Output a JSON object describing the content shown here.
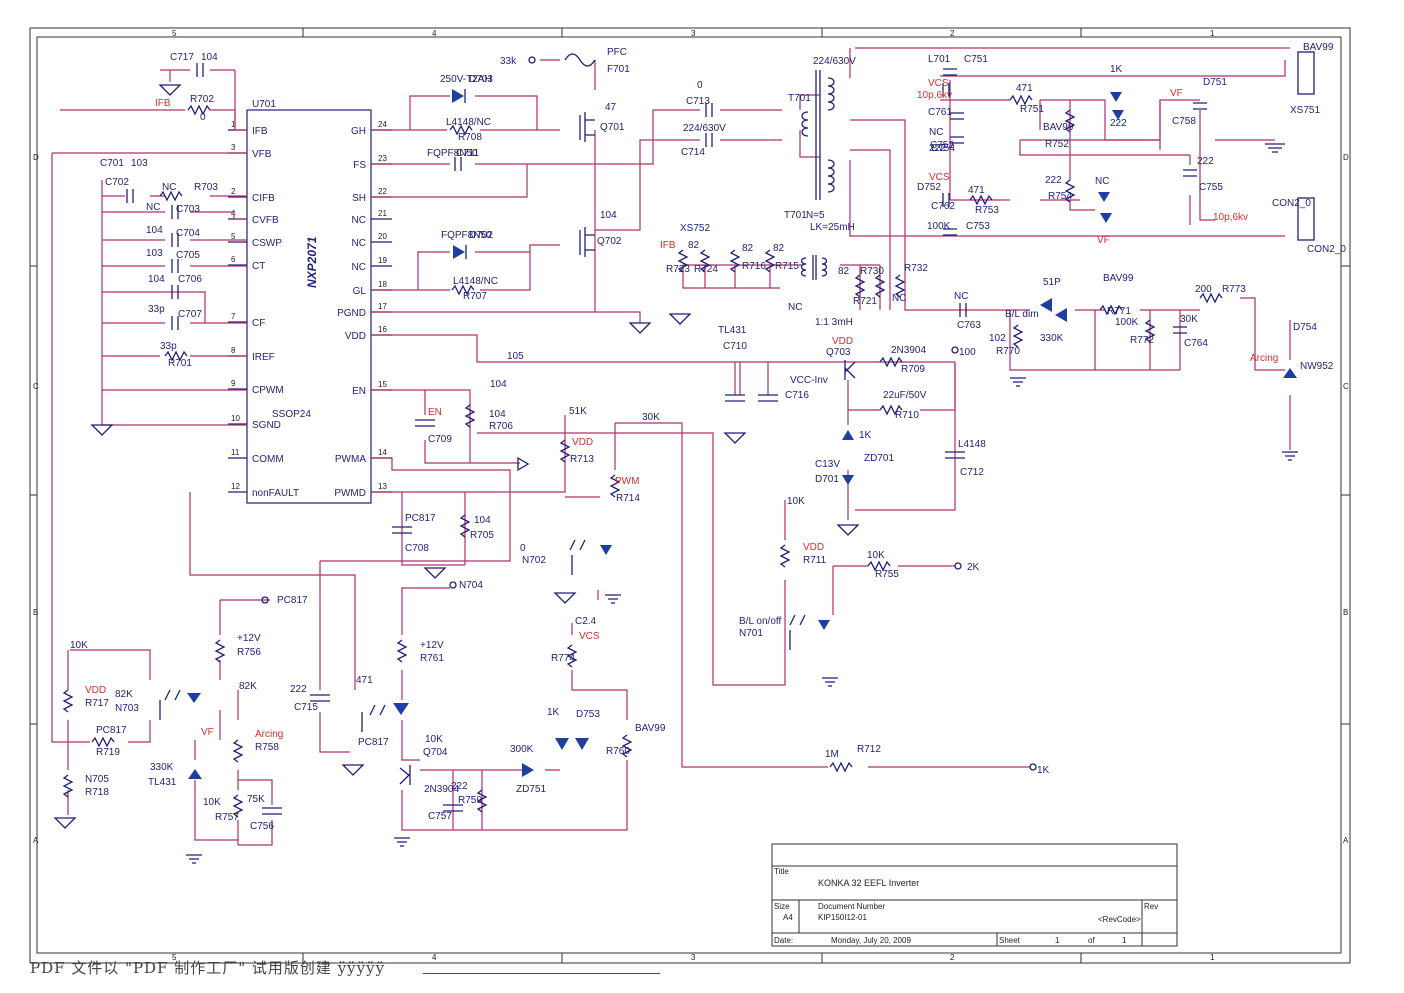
{
  "zone_cols": [
    "5",
    "4",
    "3",
    "2",
    "1"
  ],
  "zone_rows": [
    "D",
    "C",
    "B",
    "A"
  ],
  "ic": {
    "ref": "U701",
    "part": "NXP2071",
    "package": "SSOP24",
    "left_pins": [
      {
        "num": "1",
        "name": "IFB"
      },
      {
        "num": "3",
        "name": "VFB"
      },
      {
        "num": "2",
        "name": "CIFB"
      },
      {
        "num": "4",
        "name": "CVFB"
      },
      {
        "num": "5",
        "name": "CSWP"
      },
      {
        "num": "6",
        "name": "CT"
      },
      {
        "num": "7",
        "name": "CF"
      },
      {
        "num": "8",
        "name": "IREF"
      },
      {
        "num": "9",
        "name": "CPWM"
      },
      {
        "num": "10",
        "name": "SGND"
      },
      {
        "num": "11",
        "name": "COMM"
      },
      {
        "num": "12",
        "name": "nonFAULT"
      }
    ],
    "right_pins": [
      {
        "num": "24",
        "name": "GH"
      },
      {
        "num": "23",
        "name": "FS"
      },
      {
        "num": "22",
        "name": "SH"
      },
      {
        "num": "21",
        "name": "NC"
      },
      {
        "num": "20",
        "name": "NC"
      },
      {
        "num": "19",
        "name": "NC"
      },
      {
        "num": "18",
        "name": "GL"
      },
      {
        "num": "17",
        "name": "PGND"
      },
      {
        "num": "16",
        "name": "VDD"
      },
      {
        "num": "15",
        "name": "EN"
      },
      {
        "num": "14",
        "name": "PWMA"
      },
      {
        "num": "13",
        "name": "PWMD"
      }
    ]
  },
  "labels": [
    {
      "text": "C717",
      "red": false
    },
    {
      "text": "104",
      "red": false
    },
    {
      "text": "IFB",
      "red": true
    },
    {
      "text": "R702",
      "red": false
    },
    {
      "text": "0",
      "red": false
    },
    {
      "text": "C701",
      "red": false
    },
    {
      "text": "103",
      "red": false
    },
    {
      "text": "C702",
      "red": false
    },
    {
      "text": "NC",
      "red": false
    },
    {
      "text": "R703",
      "red": false
    },
    {
      "text": "NC",
      "red": false
    },
    {
      "text": "C703",
      "red": false
    },
    {
      "text": "104",
      "red": false
    },
    {
      "text": "C704",
      "red": false
    },
    {
      "text": "103",
      "red": false
    },
    {
      "text": "C705",
      "red": false
    },
    {
      "text": "104",
      "red": false
    },
    {
      "text": "C706",
      "red": false
    },
    {
      "text": "33p",
      "red": false
    },
    {
      "text": "C707",
      "red": false
    },
    {
      "text": "33p",
      "red": false
    },
    {
      "text": "R701",
      "red": false
    },
    {
      "text": "33k",
      "red": false
    },
    {
      "text": "PFC",
      "red": false
    },
    {
      "text": "F701",
      "red": false
    },
    {
      "text": "250V-T2AH",
      "red": false
    },
    {
      "text": "D703",
      "red": false
    },
    {
      "text": "L4148/NC",
      "red": false
    },
    {
      "text": "R708",
      "red": false
    },
    {
      "text": "47",
      "red": false
    },
    {
      "text": "Q701",
      "red": false
    },
    {
      "text": "FQPF8N50",
      "red": false
    },
    {
      "text": "C711",
      "red": false
    },
    {
      "text": "104",
      "red": false
    },
    {
      "text": "Q702",
      "red": false
    },
    {
      "text": "FQPF8N50",
      "red": false
    },
    {
      "text": "D702",
      "red": false
    },
    {
      "text": "L4148/NC",
      "red": false
    },
    {
      "text": "R707",
      "red": false
    },
    {
      "text": "0",
      "red": false
    },
    {
      "text": "C713",
      "red": false
    },
    {
      "text": "224/630V",
      "red": false
    },
    {
      "text": "C714",
      "red": false
    },
    {
      "text": "224/630V",
      "red": false
    },
    {
      "text": "T701",
      "red": false
    },
    {
      "text": "T701",
      "red": false
    },
    {
      "text": "N=5",
      "red": false
    },
    {
      "text": "LK=25mH",
      "red": false
    },
    {
      "text": "L701",
      "red": false
    },
    {
      "text": "C751",
      "red": false
    },
    {
      "text": "10p,6kv",
      "red": true
    },
    {
      "text": "VCS",
      "red": true
    },
    {
      "text": "C761",
      "red": false
    },
    {
      "text": "471",
      "red": false
    },
    {
      "text": "R751",
      "red": false
    },
    {
      "text": "1K",
      "red": false
    },
    {
      "text": "D751",
      "red": false
    },
    {
      "text": "VF",
      "red": true
    },
    {
      "text": "C758",
      "red": false
    },
    {
      "text": "222",
      "red": false
    },
    {
      "text": "BAV99",
      "red": false
    },
    {
      "text": "R752",
      "red": false
    },
    {
      "text": "NC",
      "red": false
    },
    {
      "text": "C752",
      "red": false
    },
    {
      "text": "222",
      "red": false
    },
    {
      "text": "C754",
      "red": false
    },
    {
      "text": "222",
      "red": false
    },
    {
      "text": "C755",
      "red": false
    },
    {
      "text": "222",
      "red": false
    },
    {
      "text": "R754",
      "red": false
    },
    {
      "text": "NC",
      "red": false
    },
    {
      "text": "D752",
      "red": false
    },
    {
      "text": "VCS",
      "red": true
    },
    {
      "text": "C762",
      "red": false
    },
    {
      "text": "471",
      "red": false
    },
    {
      "text": "R753",
      "red": false
    },
    {
      "text": "100K",
      "red": false
    },
    {
      "text": "C753",
      "red": false
    },
    {
      "text": "10p,6kv",
      "red": true
    },
    {
      "text": "VF",
      "red": true
    },
    {
      "text": "BAV99",
      "red": false
    },
    {
      "text": "XS751",
      "red": false
    },
    {
      "text": "CON2_0",
      "red": false
    },
    {
      "text": "CON2_0",
      "red": false
    },
    {
      "text": "XS752",
      "red": false
    },
    {
      "text": "IFB",
      "red": true
    },
    {
      "text": "R723",
      "red": false
    },
    {
      "text": "82",
      "red": false
    },
    {
      "text": "R724",
      "red": false
    },
    {
      "text": "82",
      "red": false
    },
    {
      "text": "R716",
      "red": false
    },
    {
      "text": "82",
      "red": false
    },
    {
      "text": "R715",
      "red": false
    },
    {
      "text": "82",
      "red": false
    },
    {
      "text": "R730",
      "red": false
    },
    {
      "text": "R732",
      "red": false
    },
    {
      "text": "R721",
      "red": false
    },
    {
      "text": "NC",
      "red": false
    },
    {
      "text": "NC",
      "red": false
    },
    {
      "text": "1:1 3mH",
      "red": false
    },
    {
      "text": "NC",
      "red": false
    },
    {
      "text": "C763",
      "red": false
    },
    {
      "text": "51P",
      "red": false
    },
    {
      "text": "BAV99",
      "red": false
    },
    {
      "text": "R771",
      "red": false
    },
    {
      "text": "200",
      "red": false
    },
    {
      "text": "R773",
      "red": false
    },
    {
      "text": "100K",
      "red": false
    },
    {
      "text": "R772",
      "red": false
    },
    {
      "text": "30K",
      "red": false
    },
    {
      "text": "C764",
      "red": false
    },
    {
      "text": "102",
      "red": false
    },
    {
      "text": "R770",
      "red": false
    },
    {
      "text": "330K",
      "red": false
    },
    {
      "text": "D754",
      "red": false
    },
    {
      "text": "Arcing",
      "red": true
    },
    {
      "text": "NW952",
      "red": false
    },
    {
      "text": "TL431",
      "red": false
    },
    {
      "text": "C710",
      "red": false
    },
    {
      "text": "105",
      "red": false
    },
    {
      "text": "VDD",
      "red": true
    },
    {
      "text": "Q703",
      "red": false
    },
    {
      "text": "2N3904",
      "red": false
    },
    {
      "text": "R709",
      "red": false
    },
    {
      "text": "100",
      "red": false
    },
    {
      "text": "VCC-Inv",
      "red": false
    },
    {
      "text": "C716",
      "red": false
    },
    {
      "text": "22uF/50V",
      "red": false
    },
    {
      "text": "R710",
      "red": false
    },
    {
      "text": "1K",
      "red": false
    },
    {
      "text": "ZD701",
      "red": false
    },
    {
      "text": "C13V",
      "red": false
    },
    {
      "text": "D701",
      "red": false
    },
    {
      "text": "L4148",
      "red": false
    },
    {
      "text": "C712",
      "red": false
    },
    {
      "text": "104",
      "red": false
    },
    {
      "text": "EN",
      "red": true
    },
    {
      "text": "C709",
      "red": false
    },
    {
      "text": "104",
      "red": false
    },
    {
      "text": "R706",
      "red": false
    },
    {
      "text": "51K",
      "red": false
    },
    {
      "text": "VDD",
      "red": true
    },
    {
      "text": "R713",
      "red": false
    },
    {
      "text": "30K",
      "red": false
    },
    {
      "text": "PWM",
      "red": true
    },
    {
      "text": "R714",
      "red": false
    },
    {
      "text": "0",
      "red": false
    },
    {
      "text": "N702",
      "red": false
    },
    {
      "text": "PC817",
      "red": false
    },
    {
      "text": "C708",
      "red": false
    },
    {
      "text": "104",
      "red": false
    },
    {
      "text": "R705",
      "red": false
    },
    {
      "text": "10K",
      "red": false
    },
    {
      "text": "VDD",
      "red": true
    },
    {
      "text": "R711",
      "red": false
    },
    {
      "text": "10K",
      "red": false
    },
    {
      "text": "R755",
      "red": false
    },
    {
      "text": "2K",
      "red": false
    },
    {
      "text": "B/L on/off",
      "red": false
    },
    {
      "text": "N701",
      "red": false
    },
    {
      "text": "PC817",
      "red": false
    },
    {
      "text": "+12V",
      "red": false
    },
    {
      "text": "R756",
      "red": false
    },
    {
      "text": "10K",
      "red": false
    },
    {
      "text": "VDD",
      "red": true
    },
    {
      "text": "R717",
      "red": false
    },
    {
      "text": "82K",
      "red": false
    },
    {
      "text": "N703",
      "red": false
    },
    {
      "text": "PC817",
      "red": false
    },
    {
      "text": "R719",
      "red": false
    },
    {
      "text": "82K",
      "red": false
    },
    {
      "text": "VF",
      "red": true
    },
    {
      "text": "Arcing",
      "red": true
    },
    {
      "text": "R758",
      "red": false
    },
    {
      "text": "330K",
      "red": false
    },
    {
      "text": "TL431",
      "red": false
    },
    {
      "text": "N705",
      "red": false
    },
    {
      "text": "R718",
      "red": false
    },
    {
      "text": "10K",
      "red": false
    },
    {
      "text": "R757",
      "red": false
    },
    {
      "text": "75K",
      "red": false
    },
    {
      "text": "C756",
      "red": false
    },
    {
      "text": "222",
      "red": false
    },
    {
      "text": "C715",
      "red": false
    },
    {
      "text": "471",
      "red": false
    },
    {
      "text": "PC817",
      "red": false
    },
    {
      "text": "N704",
      "red": false
    },
    {
      "text": "+12V",
      "red": false
    },
    {
      "text": "R761",
      "red": false
    },
    {
      "text": "10K",
      "red": false
    },
    {
      "text": "Q704",
      "red": false
    },
    {
      "text": "2N3904",
      "red": false
    },
    {
      "text": "C757",
      "red": false
    },
    {
      "text": "222",
      "red": false
    },
    {
      "text": "R759",
      "red": false
    },
    {
      "text": "300K",
      "red": false
    },
    {
      "text": "ZD751",
      "red": false
    },
    {
      "text": "C2.4",
      "red": false
    },
    {
      "text": "VCS",
      "red": true
    },
    {
      "text": "R774",
      "red": false
    },
    {
      "text": "1K",
      "red": false
    },
    {
      "text": "D753",
      "red": false
    },
    {
      "text": "BAV99",
      "red": false
    },
    {
      "text": "R760",
      "red": false
    },
    {
      "text": "1M",
      "red": false
    },
    {
      "text": "R712",
      "red": false
    },
    {
      "text": "1K",
      "red": false
    },
    {
      "text": "B/L dim",
      "red": false
    },
    {
      "text": "PGND",
      "red": false
    }
  ],
  "title_block": {
    "title_label": "Title",
    "title": "KONKA 32 EEFL Inverter",
    "size_label": "Size",
    "size": "A4",
    "docnum_label": "Document Number",
    "docnum": "KIP150I12-01",
    "rev_label": "Rev",
    "rev": "<RevCode>",
    "date_label": "Date:",
    "date": "Monday, July 20, 2009",
    "sheet_label": "Sheet",
    "sheet": "1",
    "of_label": "of",
    "of": "1"
  },
  "footer": {
    "text": "PDF 文件以 \"PDF 制作工厂\" 试用版创建  ÿÿÿÿÿ"
  }
}
